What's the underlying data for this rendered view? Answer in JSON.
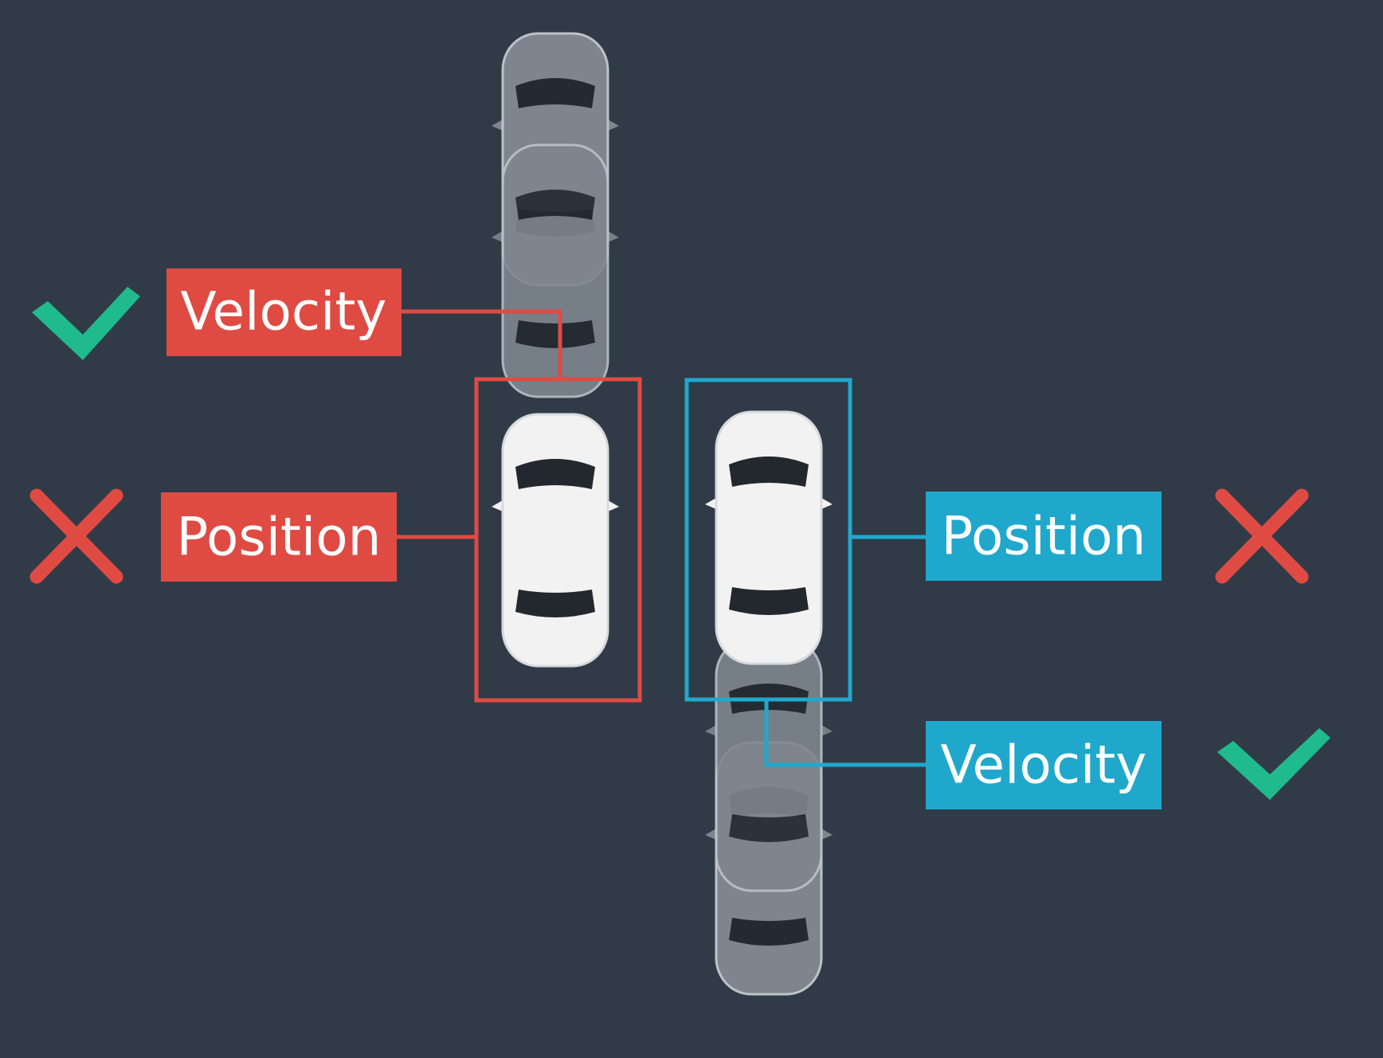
{
  "colors": {
    "background": "#313b48",
    "red": "#df4b43",
    "blue": "#20a8cc",
    "green": "#1fbb8d",
    "car_body": "#f2f2f2",
    "car_glass": "#23272e",
    "ghost_body": "#8c939c"
  },
  "left": {
    "velocity_label": "Velocity",
    "position_label": "Position",
    "velocity_status_icon": "check-icon",
    "position_status_icon": "cross-icon"
  },
  "right": {
    "velocity_label": "Velocity",
    "position_label": "Position",
    "velocity_status_icon": "check-icon",
    "position_status_icon": "cross-icon"
  }
}
